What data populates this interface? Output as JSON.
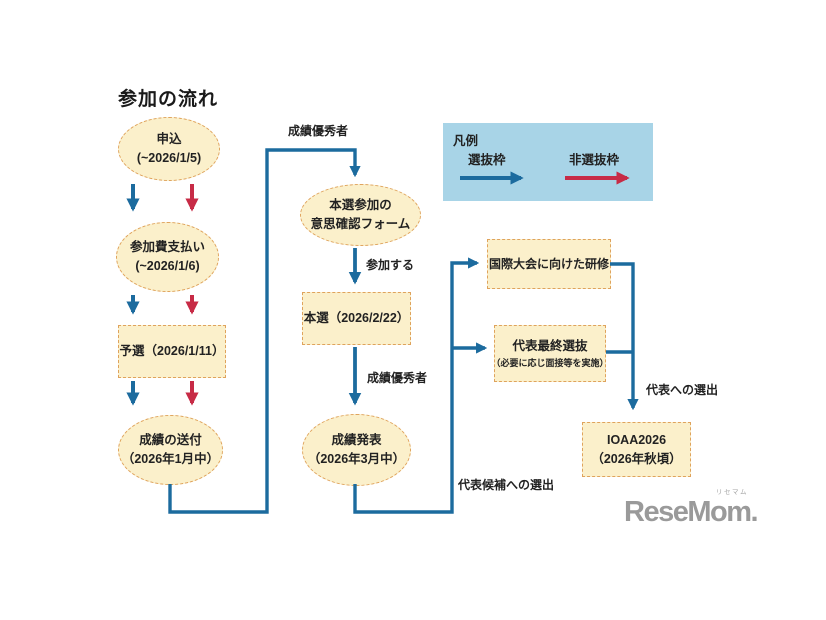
{
  "title": "参加の流れ",
  "nodes": {
    "apply": {
      "line1": "申込",
      "line2": "(~2026/1/5)"
    },
    "payment": {
      "line1": "参加費支払い",
      "line2": "(~2026/1/6)"
    },
    "qualifier": {
      "line1": "予選（2026/1/11）"
    },
    "results_sent": {
      "line1": "成績の送付",
      "line2": "（2026年1月中）"
    },
    "intent_form": {
      "line1": "本選参加の",
      "line2": "意思確認フォーム"
    },
    "final_round": {
      "line1": "本選（2026/2/22）"
    },
    "results_announce": {
      "line1": "成績発表",
      "line2": "（2026年3月中）"
    },
    "training": {
      "line1": "国際大会に向けた研修"
    },
    "final_selection": {
      "line1": "代表最終選抜",
      "line2": "（必要に応じ面接等を実施）"
    },
    "ioaa": {
      "line1": "IOAA2026",
      "line2": "（2026年秋頃）"
    }
  },
  "edge_labels": {
    "top_performers_1": "成績優秀者",
    "participate": "参加する",
    "top_performers_2": "成績優秀者",
    "candidate_selection": "代表候補への選出",
    "representative_selection": "代表への選出"
  },
  "legend": {
    "title": "凡例",
    "selected_label": "選抜枠",
    "non_selected_label": "非選抜枠"
  },
  "logo": {
    "ruby": "リセマム",
    "text": "ReseMom."
  },
  "colors": {
    "selected_arrow": "#1c6b9e",
    "non_selected_arrow": "#c72b46",
    "node_fill": "#fbf0cb",
    "node_border": "#dfa35c",
    "legend_bg": "#a8d4e7",
    "text": "#222222",
    "logo": "#9a9a9a"
  }
}
